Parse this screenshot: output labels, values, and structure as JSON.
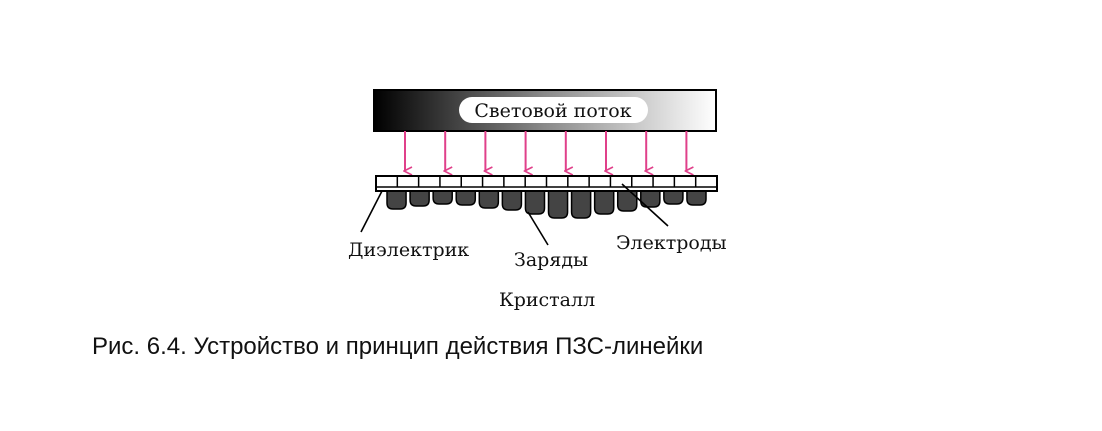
{
  "diagram": {
    "light_flux_label": "Световой поток",
    "dielectric_label": "Диэлектрик",
    "charges_label": "Заряды",
    "electrodes_label": "Электроды",
    "crystal_label": "Кристалл",
    "arrow_color": "#e0408a",
    "charge_color": "#444444",
    "arrow_count": 8,
    "electrode_count": 16,
    "charge_levels": [
      0.55,
      0.4,
      0.3,
      0.35,
      0.5,
      0.6,
      0.8,
      1.0,
      1.0,
      0.8,
      0.65,
      0.45,
      0.3,
      0.35
    ]
  },
  "caption": {
    "text": "Рис. 6.4. Устройство и принцип действия ПЗС-линейки"
  }
}
